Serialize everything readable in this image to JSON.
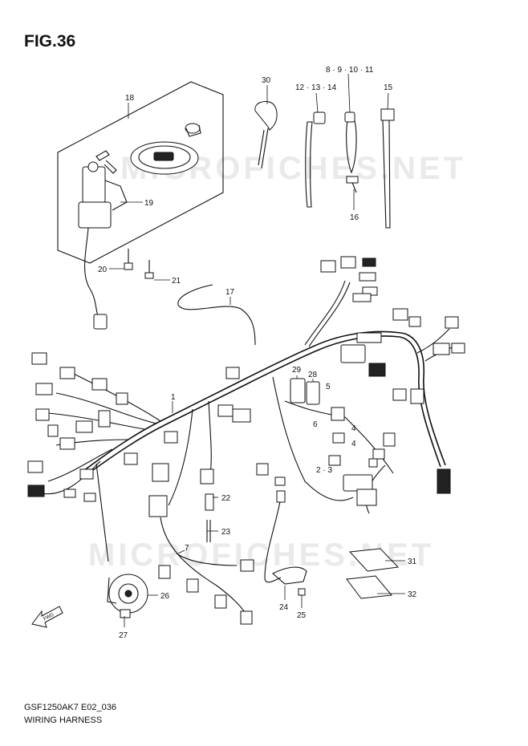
{
  "figure": {
    "title": "FIG.36",
    "code": "GSF1250AK7 E02_036",
    "name": "WIRING HARNESS"
  },
  "watermark": "MICROFICHES.NET",
  "callouts": {
    "c1": "1",
    "c2_3": "2 · 3",
    "c4a": "4",
    "c4b": "4",
    "c5": "5",
    "c6": "6",
    "c7": "7",
    "c8_11": "8 · 9 · 10 · 11",
    "c12_14": "12 · 13 · 14",
    "c15": "15",
    "c16": "16",
    "c17": "17",
    "c18": "18",
    "c19": "19",
    "c20": "20",
    "c21": "21",
    "c22": "22",
    "c23": "23",
    "c24": "24",
    "c25": "25",
    "c26": "26",
    "c27": "27",
    "c28": "28",
    "c29": "29",
    "c30": "30",
    "c31": "31",
    "c32": "32"
  },
  "fwd_label": "FWD"
}
